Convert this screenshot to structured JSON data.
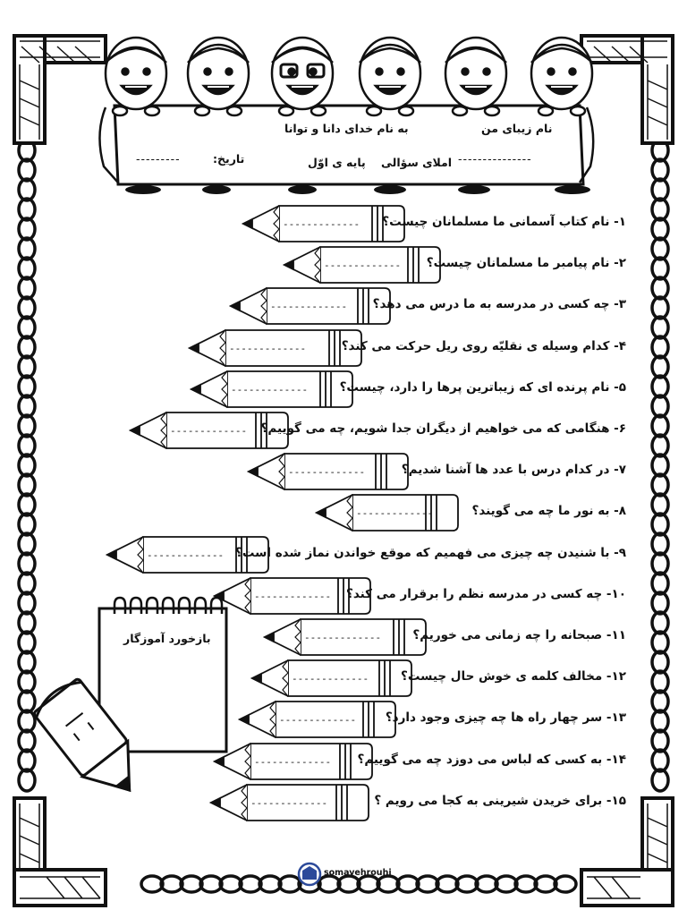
{
  "header": {
    "pretitle": "به نام خدای دانا و توانا",
    "name_label": "نام زیبای من",
    "name_blank": "---------------",
    "date_label": "تاریخ:",
    "date_blank": "---------",
    "subject": "املای سؤالی",
    "grade": "پایه ی اوّل"
  },
  "questions": [
    {
      "text": "۱- نام کتاب آسمانی ما مسلمانان چیست؟"
    },
    {
      "text": "۲- نام پیامبر ما مسلمانان چیست؟"
    },
    {
      "text": "۳- چه کسی در مدرسه به ما درس می دهد؟"
    },
    {
      "text": "۴- کدام وسیله ی نقلیّه روی ریل حرکت می کند؟"
    },
    {
      "text": "۵- نام پرنده ای که زیباترین پرها را دارد، چیست؟"
    },
    {
      "text": "۶- هنگامی که می خواهیم از دیگران جدا شویم، چه می گوییم؟"
    },
    {
      "text": "۷- در کدام درس با عدد ها آشنا شدیم؟"
    },
    {
      "text": "۸- به نور ما چه می گویند؟"
    },
    {
      "text": "۹- با شنیدن چه چیزی می فهمیم که موقع خواندن نماز شده است؟"
    },
    {
      "text": "۱۰- چه کسی در مدرسه نظم را برقرار می کند؟"
    },
    {
      "text": "۱۱- صبحانه را چه زمانی می خوریم؟"
    },
    {
      "text": "۱۲- مخالف کلمه ی خوش حال چیست؟"
    },
    {
      "text": "۱۳- سر چهار راه ها چه چیزی وجود دارد؟"
    },
    {
      "text": "۱۴- به کسی که لباس می دوزد چه می گوییم؟"
    },
    {
      "text": "۱۵- برای خریدن شیرینی به کجا می رویم ؟"
    }
  ],
  "answer_blank": "-------------",
  "feedback": {
    "title": "بازخورد آموزگار"
  },
  "watermark": {
    "text": "somayehrouhi"
  }
}
